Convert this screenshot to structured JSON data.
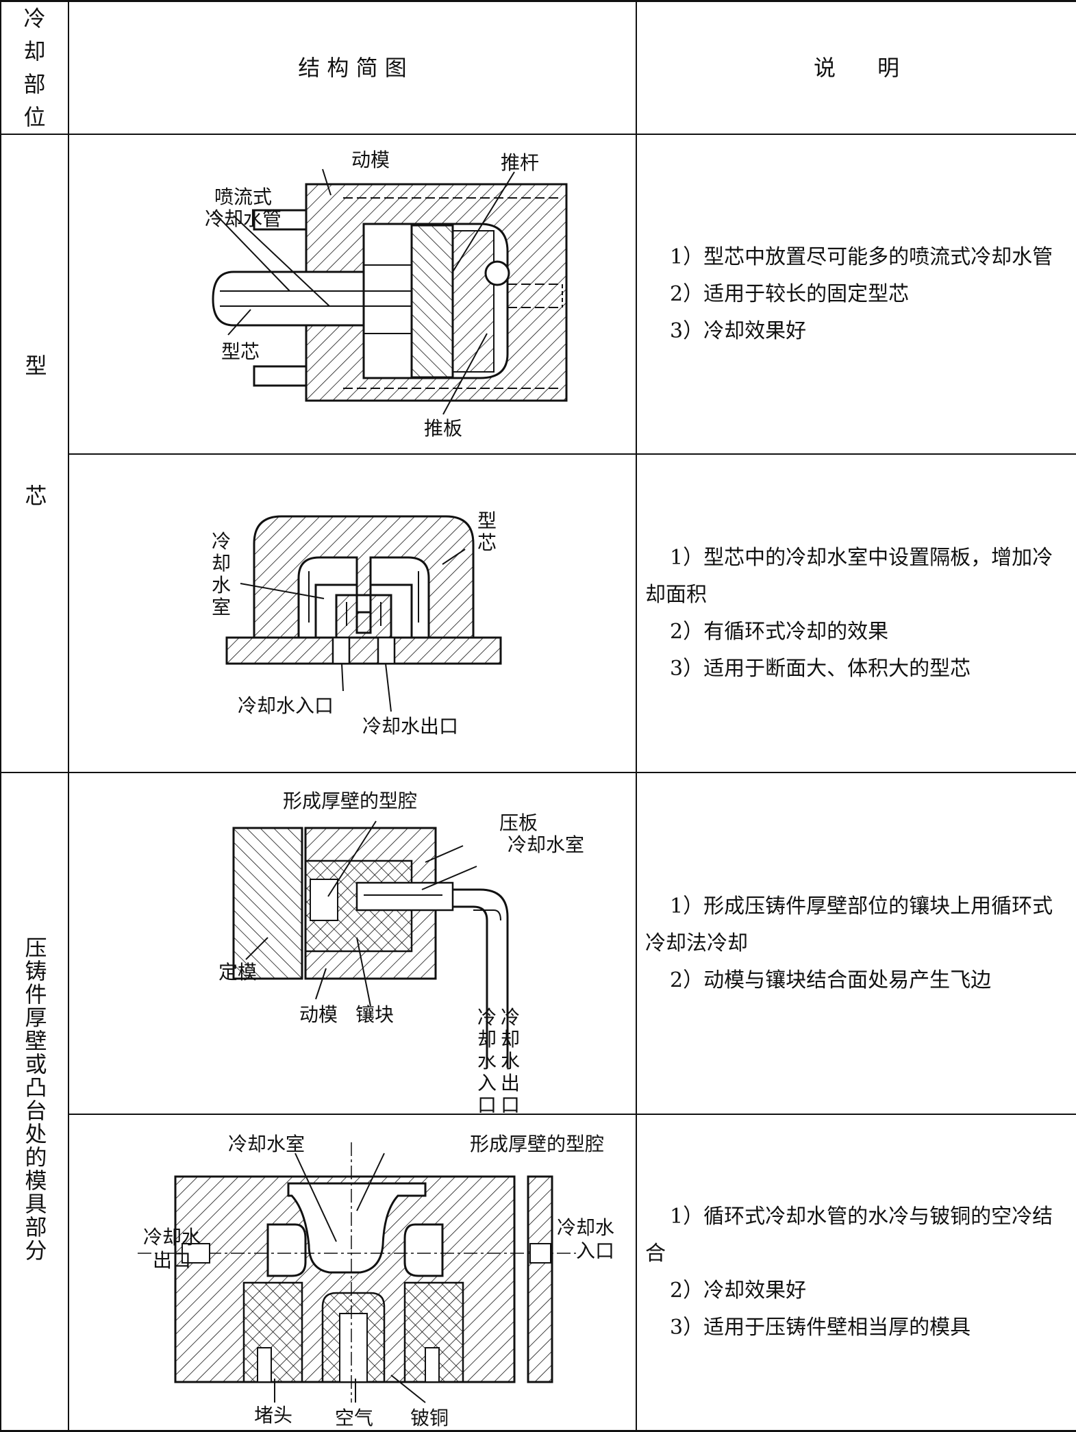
{
  "header": {
    "col1": "冷却部位",
    "col2": "结 构 简 图",
    "col3": "说      明"
  },
  "categories": {
    "core": "型 芯",
    "thick": "压铸件厚壁或凸台处的模具部分"
  },
  "rows": [
    {
      "labels": {
        "moving_die": "动模",
        "push_rod": "推杆",
        "spray_pipe_1": "喷流式",
        "spray_pipe_2": "冷却水管",
        "core": "型芯",
        "push_plate": "推板"
      },
      "desc": [
        "1）型芯中放置尽可能多的喷流式冷却水管",
        "2）适用于较长的固定型芯",
        "3）冷却效果好"
      ]
    },
    {
      "labels": {
        "water_chamber": [
          "冷",
          "却",
          "水",
          "室"
        ],
        "core": [
          "型",
          "芯"
        ],
        "inlet": "冷却水入口",
        "outlet": "冷却水出口"
      },
      "desc": [
        "1）型芯中的冷却水室中设置隔板，增加冷却面积",
        "2）有循环式冷却的效果",
        "3）适用于断面大、体积大的型芯"
      ]
    },
    {
      "labels": {
        "cavity": "形成厚壁的型腔",
        "press_plate": "压板",
        "water_chamber": "冷却水室",
        "fixed_die": "定模",
        "moving_die": "动模",
        "insert": "镶块",
        "inlet": [
          "冷",
          "却",
          "水",
          "入",
          "口"
        ],
        "outlet": [
          "冷",
          "却",
          "水",
          "出",
          "口"
        ]
      },
      "desc": [
        "1）形成压铸件厚壁部位的镶块上用循环式冷却法冷却",
        "2）动模与镶块结合面处易产生飞边"
      ]
    },
    {
      "labels": {
        "water_chamber": "冷却水室",
        "cavity": "形成厚壁的型腔",
        "outlet_1": "冷却水",
        "outlet_2": "出口",
        "inlet_1": "冷却水",
        "inlet_2": "入口",
        "plug": "堵头",
        "air": "空气",
        "beryllium": "铍铜"
      },
      "desc": [
        "1）循环式冷却水管的水冷与铍铜的空冷结合",
        "2）冷却效果好",
        "3）适用于压铸件壁相当厚的模具"
      ]
    }
  ]
}
